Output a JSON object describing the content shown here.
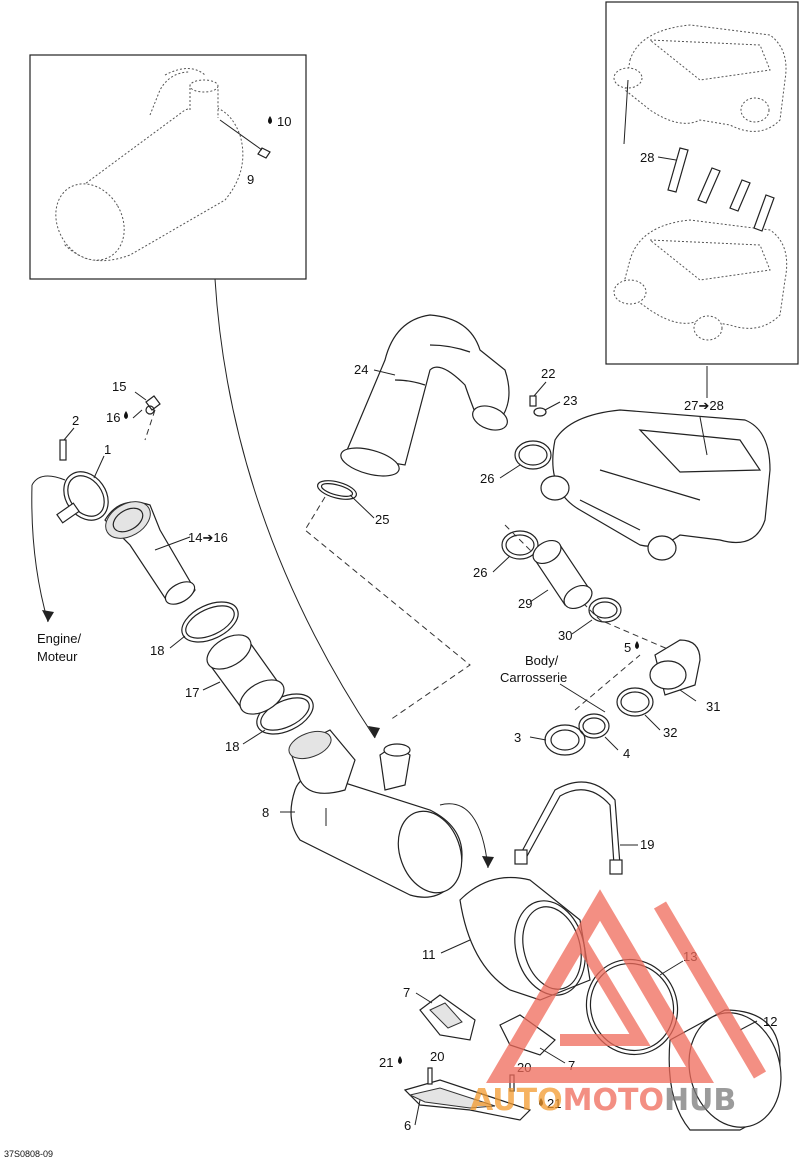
{
  "diagram": {
    "ref_code": "37S0808-09",
    "watermark": {
      "prefix": "AUTO",
      "middle": "MOTO",
      "suffix": "HUB",
      "color_red": "#f06a5a",
      "color_orange": "#f39a2e",
      "color_gray": "#7a7a7a"
    },
    "annotations": {
      "engine": "Engine/",
      "moteur": "Moteur",
      "body": "Body/",
      "carrosserie": "Carrosserie"
    },
    "callouts": {
      "c1": "1",
      "c2": "2",
      "c3": "3",
      "c4": "4",
      "c5": "5",
      "c6": "6",
      "c7a": "7",
      "c7b": "7",
      "c8": "8",
      "c9": "9",
      "c10": "10",
      "c11": "11",
      "c12": "12",
      "c13": "13",
      "c14_16": "14➔16",
      "c15": "15",
      "c16": "16",
      "c17": "17",
      "c18a": "18",
      "c18b": "18",
      "c19": "19",
      "c20a": "20",
      "c20b": "20",
      "c21a": "21",
      "c21b": "21",
      "c22": "22",
      "c23": "23",
      "c24": "24",
      "c25": "25",
      "c26a": "26",
      "c26b": "26",
      "c27_28": "27➔28",
      "c28": "28",
      "c29": "29",
      "c30": "30",
      "c31": "31",
      "c32": "32"
    }
  }
}
